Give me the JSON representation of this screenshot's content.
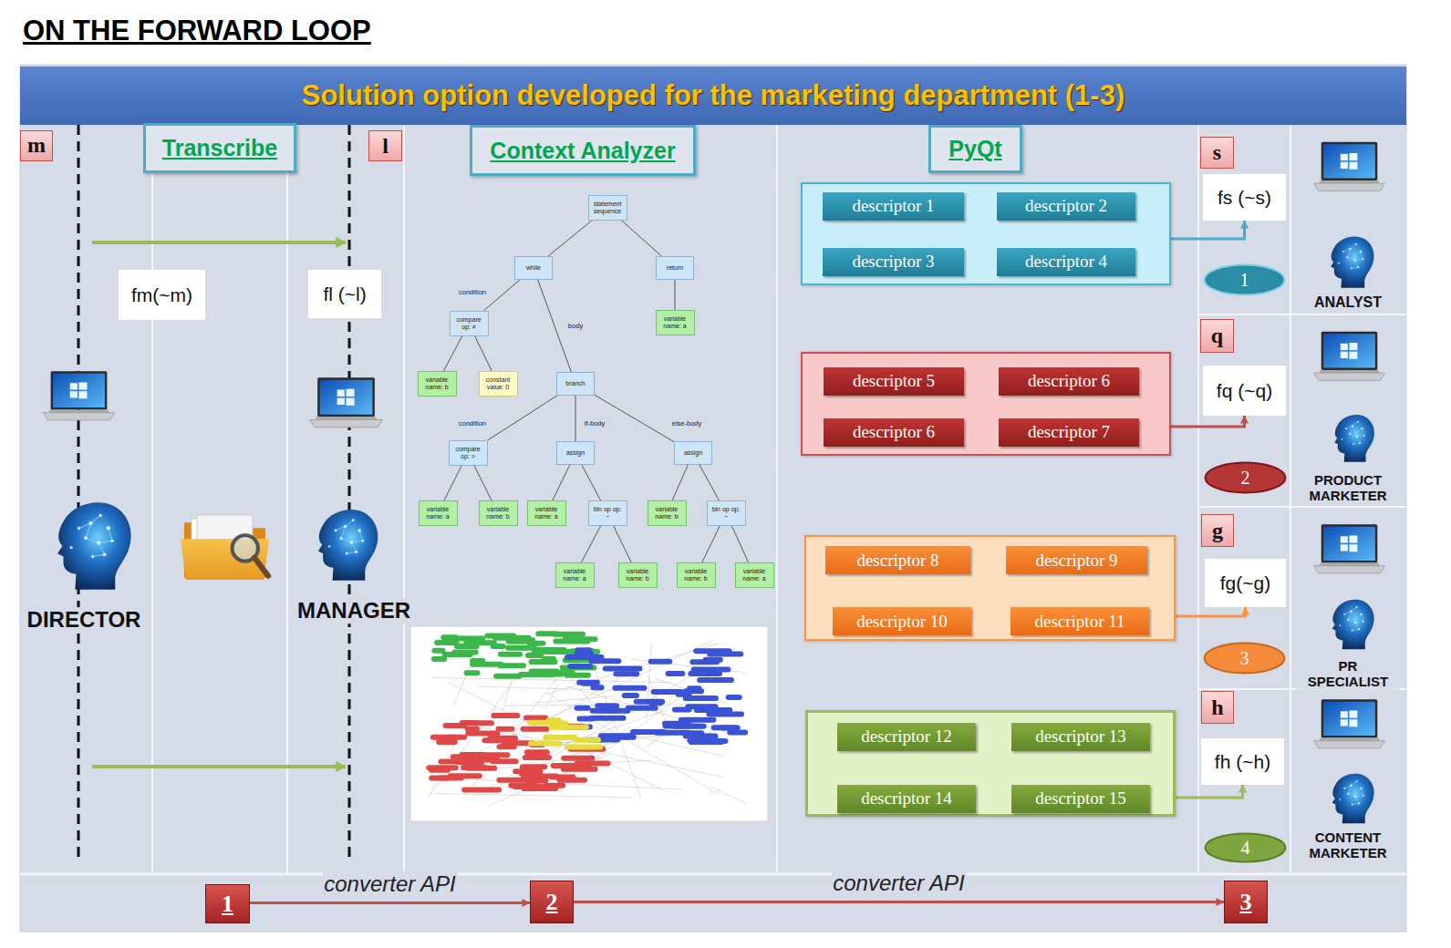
{
  "diagram": {
    "title": "ON THE FORWARD LOOP",
    "nodes": [
      {
        "text": [
          "Solution option developed for the marketing department (1-3)"
        ]
      },
      {
        "text": [
          "m"
        ]
      },
      {
        "text": [
          "Transcribe"
        ]
      },
      {
        "text": [
          "l"
        ]
      },
      {
        "text": [
          "Context Analyzer"
        ]
      },
      {
        "text": [
          "PyQt"
        ]
      },
      {
        "text": [
          "fm(~m)"
        ]
      },
      {
        "text": [
          "fl (~l)"
        ]
      },
      {
        "text": [
          "statement sequence"
        ]
      },
      {
        "text": [
          "while"
        ]
      },
      {
        "text": [
          "return"
        ]
      },
      {
        "text": [
          "compare op: ≠"
        ]
      },
      {
        "text": [
          "variable name: a"
        ]
      },
      {
        "text": [
          "variable name: b"
        ]
      },
      {
        "text": [
          "constant value: 0"
        ]
      },
      {
        "text": [
          "branch"
        ]
      },
      {
        "text": [
          "compare op: >"
        ]
      },
      {
        "text": [
          "assign"
        ]
      },
      {
        "text": [
          "assign"
        ]
      },
      {
        "text": [
          "variable name: a"
        ]
      },
      {
        "text": [
          "variable name: b"
        ]
      },
      {
        "text": [
          "variable name: a"
        ]
      },
      {
        "text": [
          "bin op op: −"
        ]
      },
      {
        "text": [
          "variable name: b"
        ]
      },
      {
        "text": [
          "bin op op: −"
        ]
      },
      {
        "text": [
          "variable name: a"
        ]
      },
      {
        "text": [
          "variable name: b"
        ]
      },
      {
        "text": [
          "variable name: b"
        ]
      },
      {
        "text": [
          "variable name: a"
        ]
      },
      {
        "text": []
      },
      {
        "text": [
          "descriptor 1"
        ],
        "in": 29
      },
      {
        "text": [
          "descriptor 2"
        ],
        "in": 29
      },
      {
        "text": [
          "descriptor 3"
        ],
        "in": 29
      },
      {
        "text": [
          "descriptor 4"
        ],
        "in": 29
      },
      {
        "text": []
      },
      {
        "text": [
          "descriptor 5"
        ],
        "in": 34
      },
      {
        "text": [
          "descriptor 6"
        ],
        "in": 34
      },
      {
        "text": [
          "descriptor 6"
        ],
        "in": 34
      },
      {
        "text": [
          "descriptor 7"
        ],
        "in": 34
      },
      {
        "text": []
      },
      {
        "text": [
          "descriptor 8"
        ],
        "in": 39
      },
      {
        "text": [
          "descriptor 9"
        ],
        "in": 39
      },
      {
        "text": [
          "descriptor 10"
        ],
        "in": 39
      },
      {
        "text": [
          "descriptor 11"
        ],
        "in": 39
      },
      {
        "text": []
      },
      {
        "text": [
          "descriptor 12"
        ],
        "in": 44
      },
      {
        "text": [
          "descriptor 13"
        ],
        "in": 44
      },
      {
        "text": [
          "descriptor 14"
        ],
        "in": 44
      },
      {
        "text": [
          "descriptor 15"
        ],
        "in": 44
      },
      {
        "text": [
          "s"
        ]
      },
      {
        "text": [
          "fs (~s)"
        ]
      },
      {
        "text": [
          "1"
        ]
      },
      {
        "text": [
          "q"
        ]
      },
      {
        "text": [
          "fq (~q)"
        ]
      },
      {
        "text": [
          "2"
        ]
      },
      {
        "text": [
          "g"
        ]
      },
      {
        "text": [
          "fg(~g)"
        ]
      },
      {
        "text": [
          "3"
        ]
      },
      {
        "text": [
          "h"
        ]
      },
      {
        "text": [
          "fh (~h)"
        ]
      },
      {
        "text": [
          "4"
        ]
      },
      {
        "text": [
          "1"
        ]
      },
      {
        "text": [
          "2"
        ]
      },
      {
        "text": [
          "3"
        ]
      }
    ],
    "edges": [
      {
        "from": 8,
        "to": 9,
        "arrow": "none"
      },
      {
        "from": 8,
        "to": 10,
        "arrow": "none"
      },
      {
        "from": 9,
        "to": 11,
        "label": "condition",
        "arrow": "none"
      },
      {
        "from": 9,
        "to": 15,
        "label": "body",
        "arrow": "none"
      },
      {
        "from": 10,
        "to": 12,
        "arrow": "none"
      },
      {
        "from": 11,
        "to": 13,
        "arrow": "none"
      },
      {
        "from": 11,
        "to": 14,
        "arrow": "none"
      },
      {
        "from": 15,
        "to": 16,
        "label": "condition",
        "arrow": "none"
      },
      {
        "from": 15,
        "to": 17,
        "label": "if-body",
        "arrow": "none"
      },
      {
        "from": 15,
        "to": 18,
        "label": "else-body",
        "arrow": "none"
      },
      {
        "from": 16,
        "to": 19,
        "arrow": "none"
      },
      {
        "from": 16,
        "to": 20,
        "arrow": "none"
      },
      {
        "from": 17,
        "to": 21,
        "arrow": "none"
      },
      {
        "from": 17,
        "to": 22,
        "arrow": "none"
      },
      {
        "from": 18,
        "to": 23,
        "arrow": "none"
      },
      {
        "from": 18,
        "to": 24,
        "arrow": "none"
      },
      {
        "from": 22,
        "to": 25,
        "arrow": "none"
      },
      {
        "from": 22,
        "to": 26,
        "arrow": "none"
      },
      {
        "from": 24,
        "to": 27,
        "arrow": "none"
      },
      {
        "from": 24,
        "to": 28,
        "arrow": "none"
      },
      {
        "from": 29,
        "to": 50,
        "arrow": "to"
      },
      {
        "from": 34,
        "to": 53,
        "arrow": "to"
      },
      {
        "from": 39,
        "to": 56,
        "arrow": "to"
      },
      {
        "from": 44,
        "to": 59,
        "arrow": "to"
      },
      {
        "from": 61,
        "to": 62,
        "label": "converter API",
        "arrow": "to"
      },
      {
        "from": 62,
        "to": 63,
        "label": "converter API",
        "arrow": "to"
      }
    ],
    "labels": [
      "DIRECTOR",
      "MANAGER",
      "ANALYST",
      "PRODUCT MARKETER",
      "PR SPECIALIST",
      "CONTENT MARKETER"
    ]
  }
}
